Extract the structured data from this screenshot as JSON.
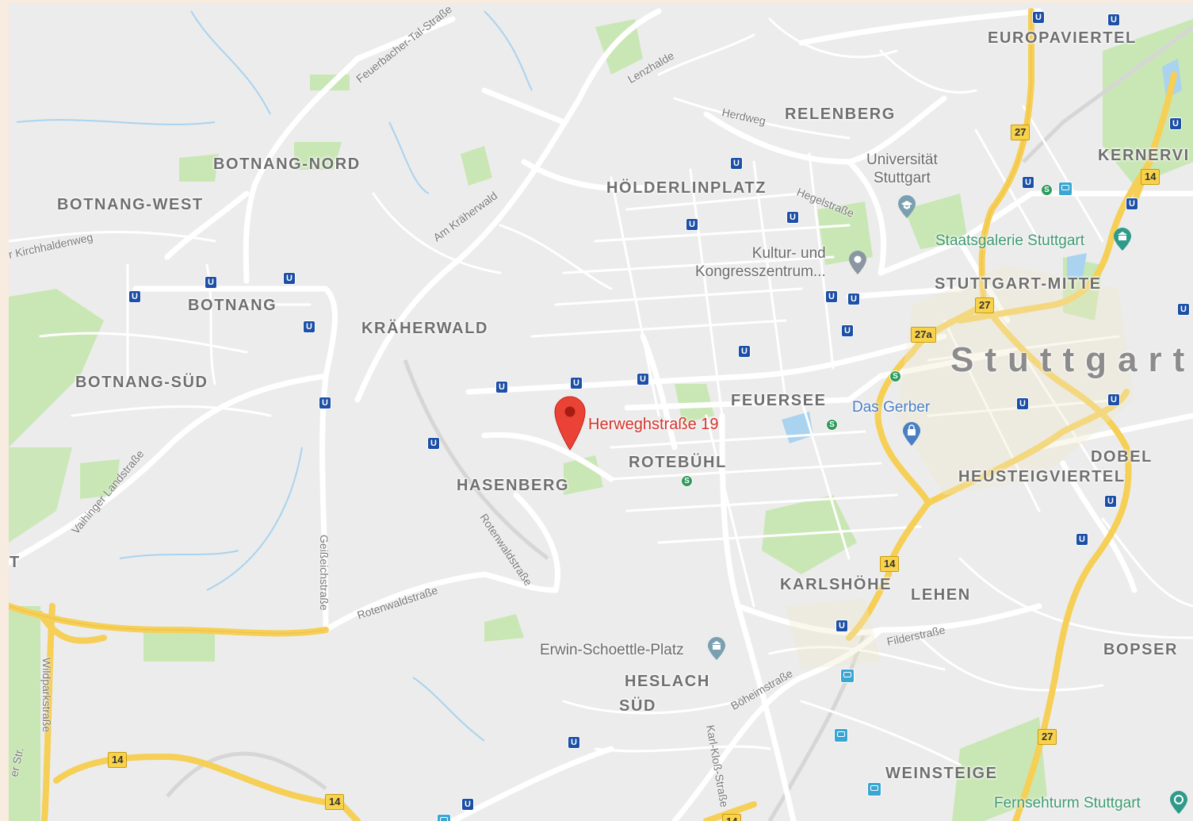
{
  "map": {
    "city": "Stuttgart",
    "marker": {
      "label": "Herweghstraße 19",
      "color": "#ea4335"
    },
    "colors": {
      "background": "#ececec",
      "road": "#ffffff",
      "highway": "#f8d24a",
      "park": "#c9e7b4",
      "water": "#a9d3ef"
    },
    "districts": [
      "EUROPAVIERTEL",
      "RELENBERG",
      "KERNERVI",
      "BOTNANG-NORD",
      "BOTNANG-WEST",
      "HÖLDERLINPLATZ",
      "BOTNANG",
      "KRÄHERWALD",
      "STUTTGART-MITTE",
      "BOTNANG-SÜD",
      "FEUERSEE",
      "ROTEBÜHL",
      "HASENBERG",
      "DOBEL",
      "HEUSTEIGVIERTEL",
      "KARLSHÖHE",
      "LEHEN",
      "HESLACH",
      "SÜD",
      "BOPSER",
      "WEINSTEIGE",
      "T"
    ],
    "streets": [
      "Feuerbacher-Tal-Straße",
      "Lenzhalde",
      "Herdweg",
      "Am Kräherwald",
      "r Kirchhaldenweg",
      "Hegelstraße",
      "Vaihinger Landstraße",
      "Rotenwaldstraße",
      "Rotenwaldstraße",
      "Geißeichstraße",
      "Filderstraße",
      "Böheimstraße",
      "Karl-Kloß-Straße",
      "Wildparkstraße",
      "er Str."
    ],
    "pois": [
      {
        "name": "Universität\nStuttgart",
        "icon": "school-icon"
      },
      {
        "name": "Staatsgalerie Stuttgart",
        "icon": "museum-icon"
      },
      {
        "name": "Kultur- und\nKongresszentrum...",
        "icon": "place-icon"
      },
      {
        "name": "Das Gerber",
        "icon": "shopping-icon"
      },
      {
        "name": "Erwin-Schoettle-Platz",
        "icon": "park-icon"
      },
      {
        "name": "Fernsehturm Stuttgart",
        "icon": "tower-icon"
      }
    ],
    "route_shields": [
      "27",
      "14",
      "27",
      "27a",
      "14",
      "14",
      "14",
      "27",
      "14"
    ],
    "transit": {
      "ubahn": "U",
      "sbahn": "S"
    }
  }
}
